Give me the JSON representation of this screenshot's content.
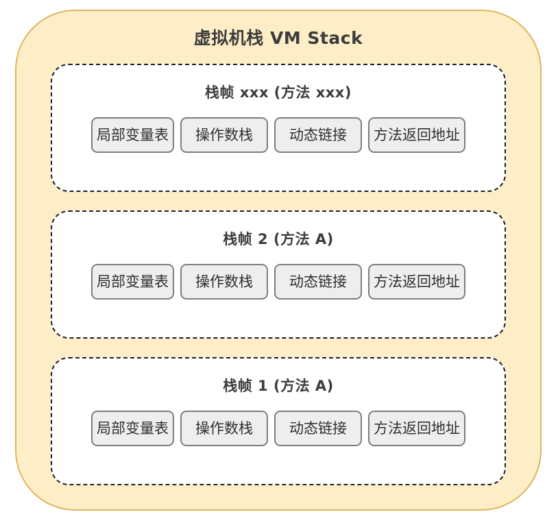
{
  "diagram": {
    "type": "nested-block-diagram",
    "title": "虚拟机栈 VM Stack",
    "colors": {
      "container_fill": "#fdeec8",
      "container_border": "#e0b45c",
      "frame_border": "#1d1d1d",
      "frame_fill": "#ffffff",
      "part_fill": "#eeeeee",
      "part_border": "#7d7d7d",
      "text": "#3c3c3c"
    },
    "frames": [
      {
        "title": "栈帧 xxx (方法 xxx)",
        "parts": [
          {
            "label": "局部变量表",
            "pad": "tight"
          },
          {
            "label": "操作数栈",
            "pad": "wide"
          },
          {
            "label": "动态链接",
            "pad": "wide"
          },
          {
            "label": "方法返回地址",
            "pad": "tight"
          }
        ]
      },
      {
        "title": "栈帧 2 (方法 A)",
        "parts": [
          {
            "label": "局部变量表",
            "pad": "tight"
          },
          {
            "label": "操作数栈",
            "pad": "wide"
          },
          {
            "label": "动态链接",
            "pad": "wide"
          },
          {
            "label": "方法返回地址",
            "pad": "tight"
          }
        ]
      },
      {
        "title": "栈帧 1 (方法 A)",
        "parts": [
          {
            "label": "局部变量表",
            "pad": "tight"
          },
          {
            "label": "操作数栈",
            "pad": "wide"
          },
          {
            "label": "动态链接",
            "pad": "wide"
          },
          {
            "label": "方法返回地址",
            "pad": "tight"
          }
        ]
      }
    ]
  }
}
